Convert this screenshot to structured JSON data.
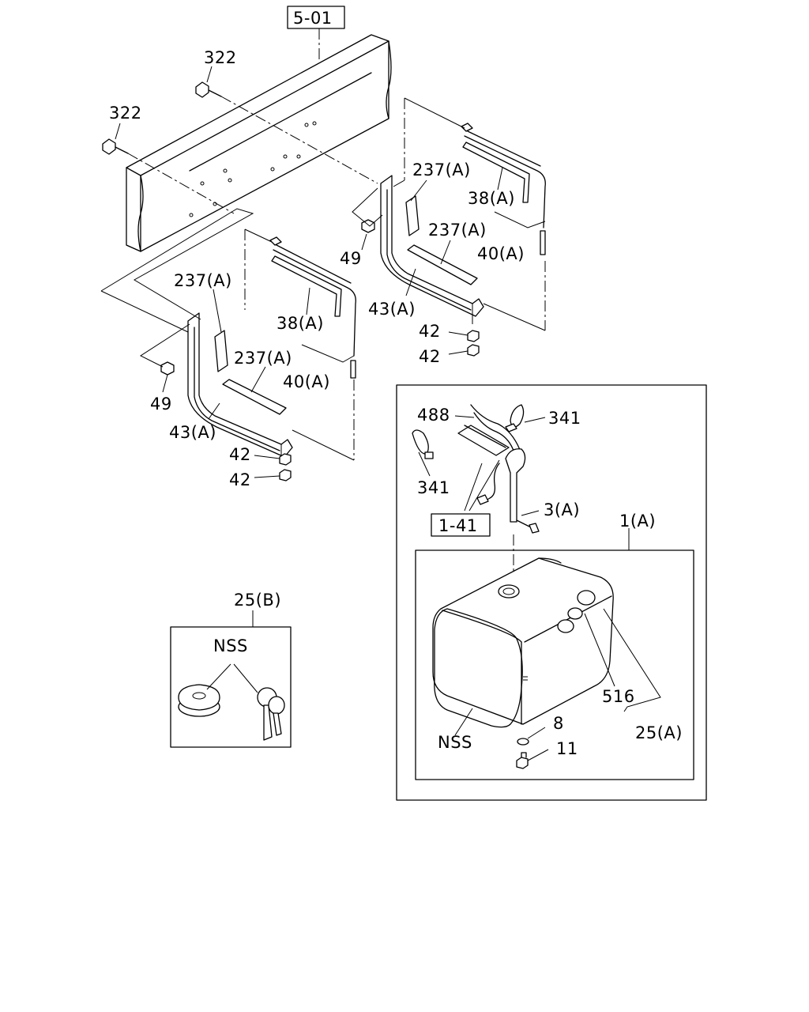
{
  "ref_box": "5-01",
  "ref_box_2": "1-41",
  "labels": {
    "bolt_upper": "322",
    "bolt_lower": "322",
    "nut_49_right": "49",
    "nut_49_left": "49",
    "pad_237_r_top": "237(A)",
    "pad_237_r_bot": "237(A)",
    "pad_237_l_top": "237(A)",
    "pad_237_l_bot": "237(A)",
    "band_38_r": "38(A)",
    "band_38_l": "38(A)",
    "band_40_r": "40(A)",
    "band_40_l": "40(A)",
    "bracket_43_r": "43(A)",
    "bracket_43_l": "43(A)",
    "nut_42_r1": "42",
    "nut_42_r2": "42",
    "nut_42_l1": "42",
    "nut_42_l2": "42",
    "hose_488": "488",
    "clip_341_right": "341",
    "clip_341_left": "341",
    "gauge_3": "3(A)",
    "tank_1": "1(A)",
    "cap_516": "516",
    "cap_25a": "25(A)",
    "washer_8": "8",
    "plug_11": "11",
    "tank_nss": "NSS",
    "cap_25b": "25(B)",
    "cap_nss": "NSS"
  }
}
